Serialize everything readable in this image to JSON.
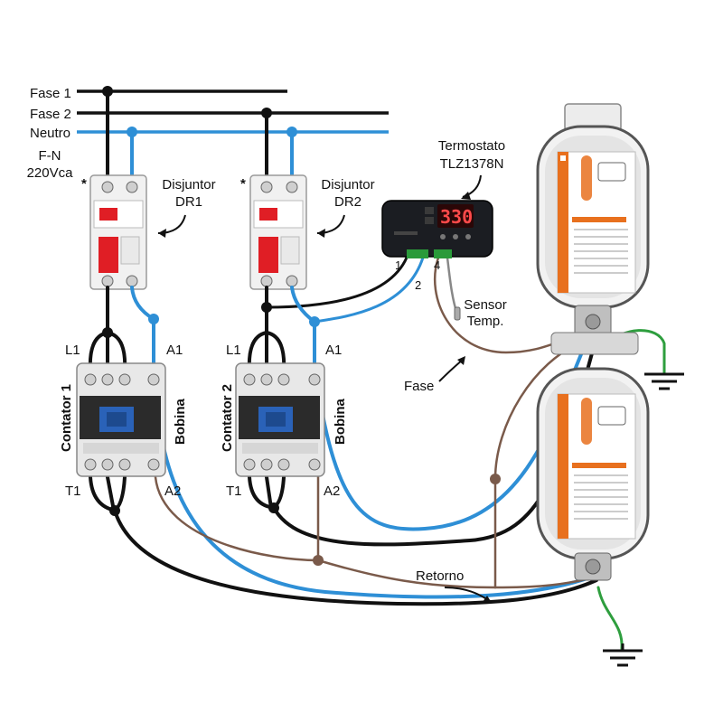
{
  "lines": {
    "fase1": "Fase 1",
    "fase2": "Fase 2",
    "neutro": "Neutro",
    "fn": "F-N",
    "voltage": "220Vca"
  },
  "breakers": [
    {
      "asterisk": "*",
      "name": "Disjuntor",
      "id": "DR1"
    },
    {
      "asterisk": "*",
      "name": "Disjuntor",
      "id": "DR2"
    }
  ],
  "contactors": [
    {
      "label": "Contator 1",
      "coil": "Bobina",
      "l1": "L1",
      "a1": "A1",
      "t1": "T1",
      "a2": "A2"
    },
    {
      "label": "Contator 2",
      "coil": "Bobina",
      "l1": "L1",
      "a1": "A1",
      "t1": "T1",
      "a2": "A2"
    }
  ],
  "thermostat": {
    "title": "Termostato",
    "model": "TLZ1378N",
    "display": "330",
    "terminals": [
      "1",
      "2",
      "4"
    ],
    "sensor_label_1": "Sensor",
    "sensor_label_2": "Temp."
  },
  "wires": {
    "fase": "Fase",
    "retorno": "Retorno"
  },
  "colors": {
    "phase_wire": "#111111",
    "neutral_wire": "#2e8fd6",
    "return_wire": "#7a5a4a",
    "ground_wire": "#2e9e3e",
    "breaker_handle": "#e01e25",
    "contactor_blue": "#2a62b8",
    "heater_orange": "#e8701e"
  }
}
